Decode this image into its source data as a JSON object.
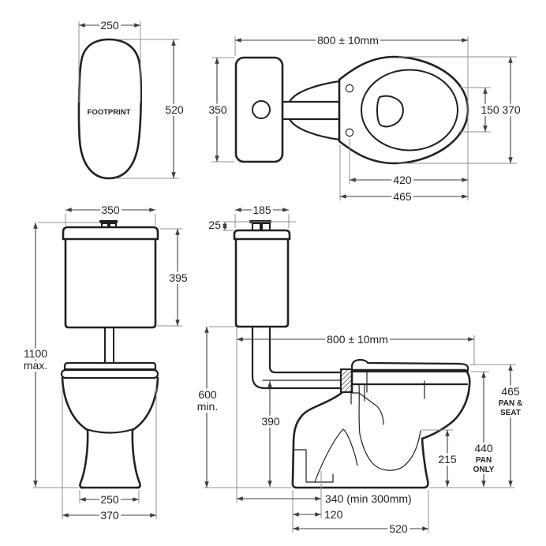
{
  "colors": {
    "outline": "#241f21",
    "dimension": "#3f3f42",
    "extension": "#909094",
    "background": "#ffffff"
  },
  "views": {
    "footprint": {
      "label": "FOOTPRINT",
      "width": "250",
      "length": "520"
    },
    "plan": {
      "overall_length": "800 ± 10mm",
      "cistern_width": "350",
      "bowl_inner_width": "150",
      "bowl_outer_width": "370",
      "hinge_to_front": "420",
      "pan_length": "465"
    },
    "front": {
      "cistern_width": "350",
      "cistern_height": "395",
      "overall_height": "1100",
      "overall_height_suffix": "max.",
      "base_width": "250",
      "bowl_width": "370"
    },
    "side": {
      "cistern_depth": "185",
      "lid_height": "25",
      "underside_clearance": "600",
      "underside_clearance_suffix": "min.",
      "overall_depth": "800 ± 10mm",
      "inlet_invert_height": "390",
      "seat_height": "465",
      "seat_height_label1": "PAN &",
      "seat_height_label2": "SEAT",
      "pan_height": "440",
      "pan_height_label1": "PAN",
      "pan_height_label2": "ONLY",
      "trap_height": "215",
      "outlet_setout": "340 (min 300mm)",
      "outlet_offset": "120",
      "base_depth": "520"
    }
  }
}
